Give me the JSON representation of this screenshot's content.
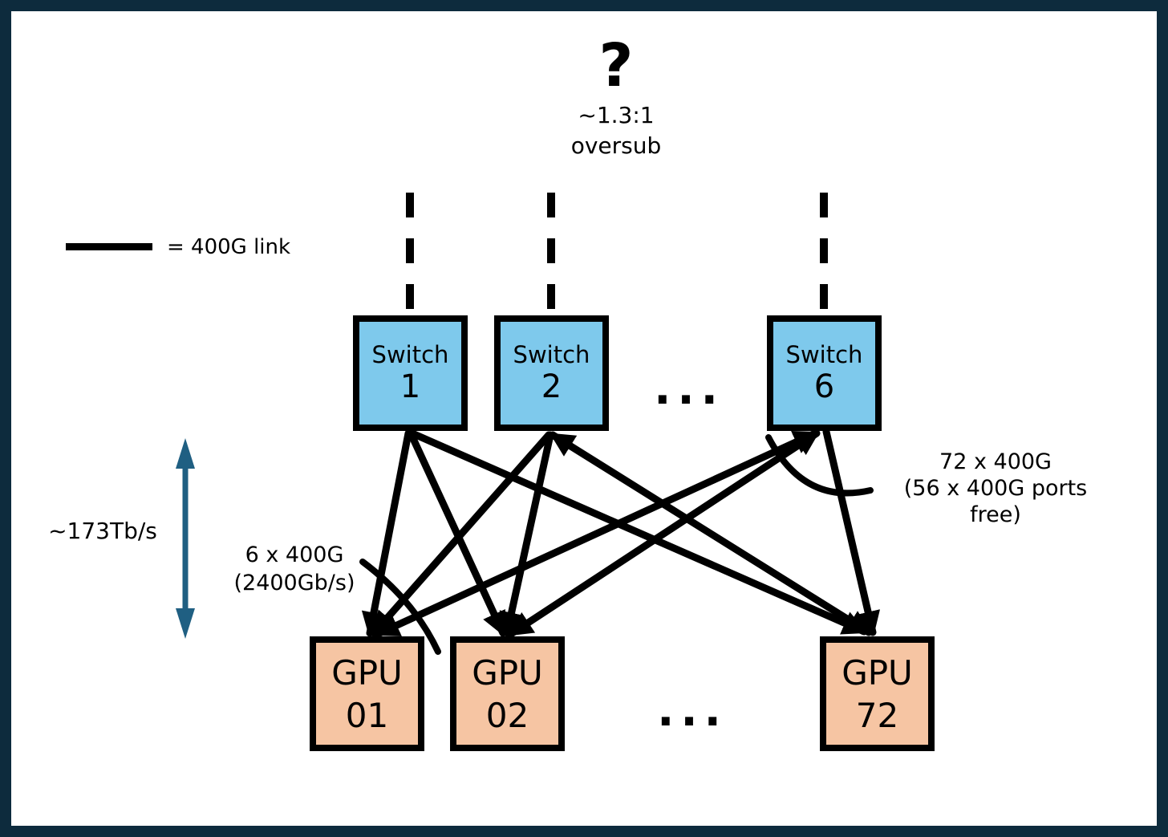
{
  "diagram": {
    "uplink_question": "?",
    "oversub_line1": "~1.3:1",
    "oversub_line2": "oversub",
    "legend_label": "= 400G link",
    "switches": [
      {
        "type": "Switch",
        "id": "1"
      },
      {
        "type": "Switch",
        "id": "2"
      },
      {
        "type": "Switch",
        "id": "6"
      }
    ],
    "switch_ellipsis": "...",
    "gpus": [
      {
        "type": "GPU",
        "id": "01"
      },
      {
        "type": "GPU",
        "id": "02"
      },
      {
        "type": "GPU",
        "id": "72"
      }
    ],
    "gpu_ellipsis": "...",
    "bisection_bandwidth": "~173Tb/s",
    "gpu_bundle_line1": "6 x 400G",
    "gpu_bundle_line2": "(2400Gb/s)",
    "switch_ports_line1": "72 x 400G",
    "switch_ports_line2": "(56 x 400G ports free)"
  },
  "colors": {
    "frame_navy": "#0d2b3d",
    "switch_fill": "#7ec9ec",
    "gpu_fill": "#f6c5a3",
    "link_black": "#000000",
    "span_arrow_teal": "#1f5f82",
    "canvas_white": "#ffffff"
  }
}
